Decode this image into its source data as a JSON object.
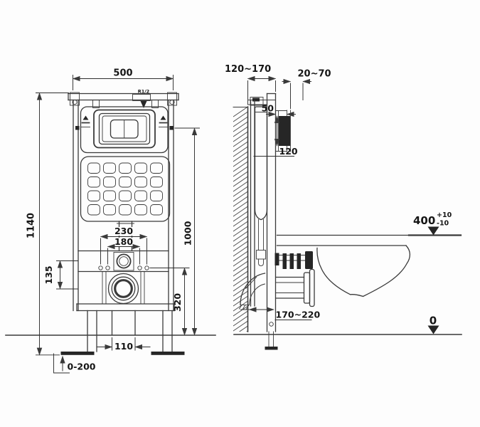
{
  "front": {
    "width_top": "500",
    "height_overall": "1140",
    "bolt_spacing_outer": "230",
    "bolt_spacing_inner": "180",
    "inlet_to_outlet_offset": "135",
    "flush_plate_height": "1000",
    "outlet_height": "320",
    "drain_width": "110",
    "feet_adjust_range": "0-200",
    "water_inlet_thread": "R1/2"
  },
  "side": {
    "frame_depth_range": "120~170",
    "wall_finish_range": "20~70",
    "plate_housing_depth": "50",
    "flush_plate_height": "120",
    "seat_height": "400",
    "seat_height_tol_plus": "+10",
    "seat_height_tol_minus": "-10",
    "outlet_wall_distance": "170~220",
    "floor_level": "0"
  },
  "colors": {
    "line": "#3a3a3a",
    "text": "#151515",
    "background": "#fdfdfd"
  }
}
